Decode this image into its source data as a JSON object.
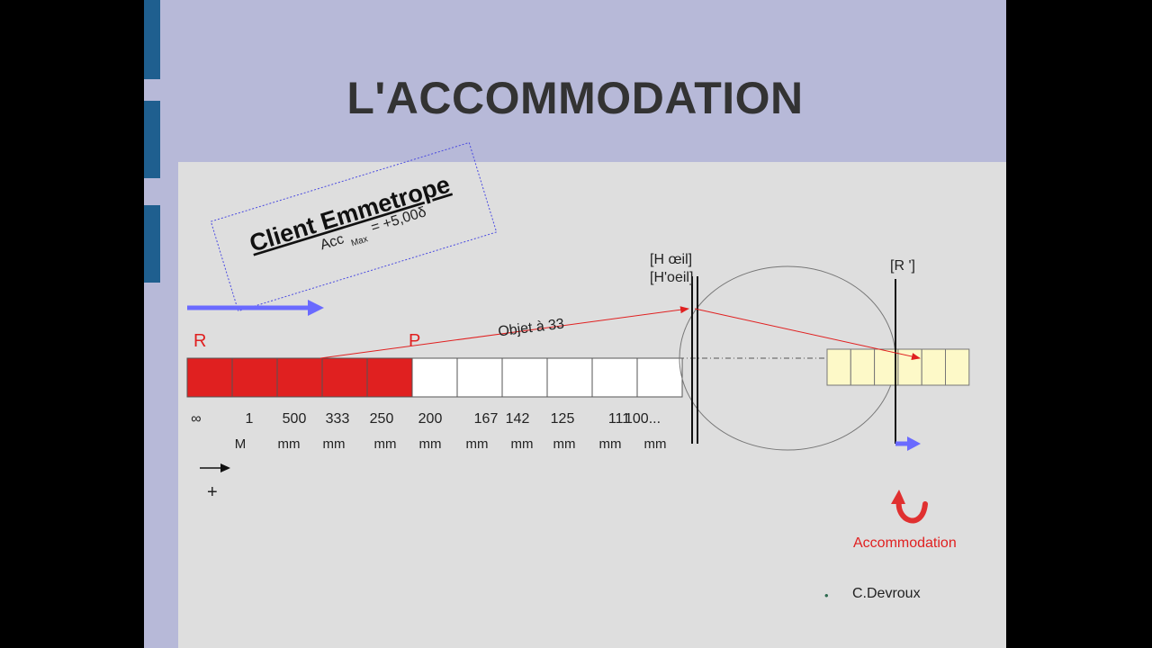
{
  "slide": {
    "title": "L'ACCOMMODATION"
  },
  "badge": {
    "title": "Client Emmetrope",
    "acc_main": "Acc",
    "acc_sub": "Max",
    "acc_value": "= +5,00δ"
  },
  "points": {
    "r": "R",
    "p": "P"
  },
  "ray_label": "Objet à 33",
  "eye": {
    "h_label": "[H œil]",
    "h_prime_label": "[H'oeil]",
    "r_prime_label": "[R ']"
  },
  "scale": {
    "values": [
      "∞",
      "1",
      "500",
      "333",
      "250",
      "200",
      "167",
      "142",
      "125",
      "111",
      "100..."
    ],
    "units": [
      "",
      "M",
      "mm",
      "mm",
      "mm",
      "mm",
      "mm",
      "mm",
      "mm",
      "mm",
      "mm"
    ],
    "filled_cells": 5
  },
  "direction": {
    "sign": "+"
  },
  "accommodation_label": "Accommodation",
  "author": {
    "bullet": "•",
    "name": "C.Devroux"
  },
  "colors": {
    "header": "#b7b9d8",
    "body": "#dedede",
    "accent_red": "#e02020",
    "arrow_blue": "#6a6aff",
    "retina_yellow": "#fdf9c8",
    "side_tabs": "#1f5f8f"
  }
}
